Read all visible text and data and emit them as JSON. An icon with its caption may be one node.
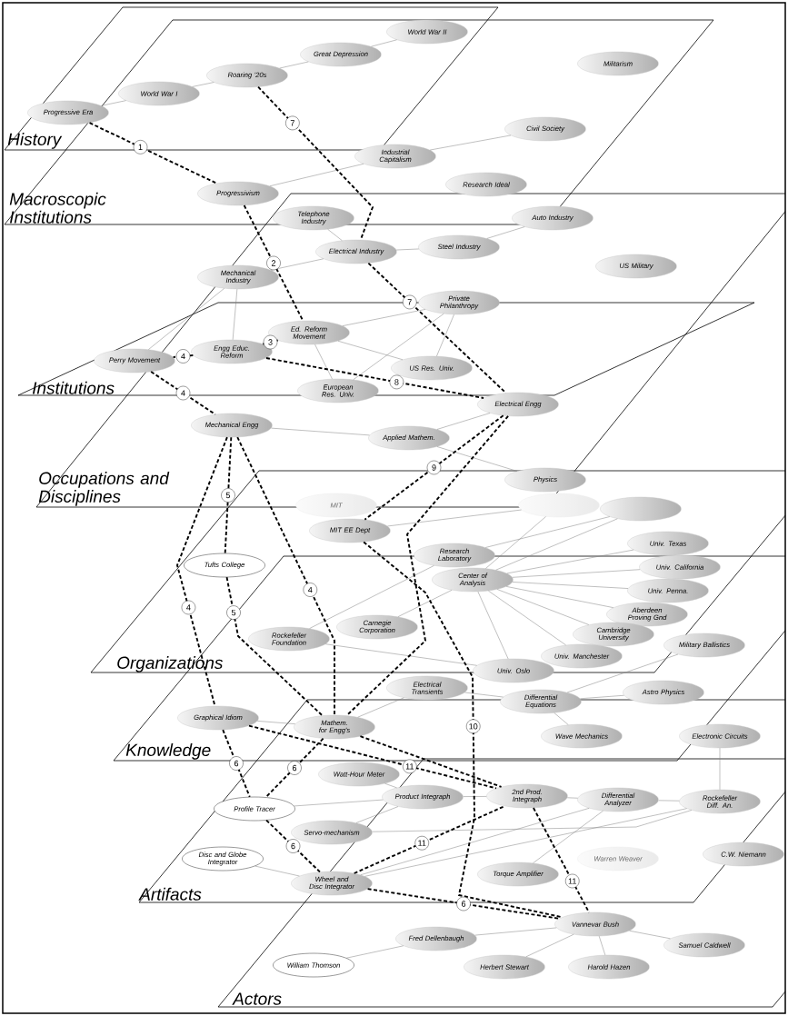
{
  "diagram": {
    "nodes": [
      {
        "text": [
          "Progressive Era"
        ]
      },
      {
        "text": [
          "World War I"
        ]
      },
      {
        "text": [
          "Roaring '20s"
        ]
      },
      {
        "text": [
          "Great Depression"
        ]
      },
      {
        "text": [
          "World War II"
        ]
      },
      {
        "text": [
          "Militarism"
        ]
      },
      {
        "text": [
          "Industrial Capitalism"
        ]
      },
      {
        "text": [
          "Civil Society"
        ]
      },
      {
        "text": [
          "Research Ideal"
        ]
      },
      {
        "text": [
          "Progressivism"
        ]
      },
      {
        "text": [
          "Auto Industry"
        ]
      },
      {
        "text": [
          "Telephone Industry"
        ]
      },
      {
        "text": [
          "Electrical Industry"
        ]
      },
      {
        "text": [
          "Steel Industry"
        ]
      },
      {
        "text": [
          "US Military"
        ]
      },
      {
        "text": [
          "Mechanical Industry"
        ]
      },
      {
        "text": [
          "Private Philanthropy"
        ]
      },
      {
        "text": [
          "Ed. Reform Movement"
        ]
      },
      {
        "text": [
          "Engg Educ. Reform"
        ]
      },
      {
        "text": [
          "US Res. Univ."
        ]
      },
      {
        "text": [
          "Perry Movement"
        ]
      },
      {
        "text": [
          "European Res. Univ."
        ]
      },
      {
        "text": [
          "Electrical Engg"
        ]
      },
      {
        "text": [
          "Mechanical Engg"
        ]
      },
      {
        "text": [
          "Applied Mathem."
        ]
      },
      {
        "text": [
          "Physics"
        ]
      },
      {
        "text": [],
        "shape": "ellipse"
      },
      {
        "text": [
          "MIT"
        ]
      },
      {
        "text": [],
        "shape": "ellipse"
      },
      {
        "text": [
          "MIT EE Dept"
        ]
      },
      {
        "text": [
          "Research Laboratory"
        ]
      },
      {
        "text": [
          "Univ. Texas"
        ]
      },
      {
        "text": [
          "Univ. California"
        ]
      },
      {
        "text": [
          "Center of Analysis"
        ]
      },
      {
        "text": [
          "Univ. Penna."
        ]
      },
      {
        "text": [
          "Tufts College"
        ]
      },
      {
        "text": [
          "Aberdeen Proving Gnd"
        ]
      },
      {
        "text": [
          "Cambridge University"
        ]
      },
      {
        "text": [
          "Carnegie Corporation"
        ]
      },
      {
        "text": [
          "Rockefeller Foundation"
        ]
      },
      {
        "text": [
          "Univ. Manchester"
        ]
      },
      {
        "text": [
          "Univ. Oslo"
        ]
      },
      {
        "text": [
          "Military Ballistics"
        ]
      },
      {
        "text": [
          "Electrical Transients"
        ]
      },
      {
        "text": [
          "Differential Equations"
        ]
      },
      {
        "text": [
          "Astro Physics"
        ]
      },
      {
        "text": [
          "Graphical Idiom"
        ]
      },
      {
        "text": [
          "Mathem. for Engg's"
        ]
      },
      {
        "text": [
          "Wave Mechanics"
        ]
      },
      {
        "text": [
          "Electronic Circuits"
        ]
      },
      {
        "text": [
          "2nd Prod. Integraph"
        ]
      },
      {
        "text": [
          "Watt-Hour Meter"
        ]
      },
      {
        "text": [
          "Product Integraph"
        ]
      },
      {
        "text": [
          "Differential Analyzer"
        ]
      },
      {
        "text": [
          "Rockefeller Diff. An."
        ]
      },
      {
        "text": [
          "Profile Tracer"
        ]
      },
      {
        "text": [
          "Servo-mechanism"
        ]
      },
      {
        "text": [
          "Disc and Globe Integrator"
        ]
      },
      {
        "text": [
          "Wheel and Disc Integrator"
        ]
      },
      {
        "text": [
          "Warren Weaver"
        ]
      },
      {
        "text": [
          "Torque Amplifier"
        ]
      },
      {
        "text": [
          "C.W. Niemann"
        ]
      },
      {
        "text": [
          "Vannevar Bush"
        ]
      },
      {
        "text": [
          "Fred Dellenbaugh"
        ]
      },
      {
        "text": [
          "Samuel Caldwell"
        ]
      },
      {
        "text": [
          "William Thomson"
        ]
      },
      {
        "text": [
          "Herbert Stewart"
        ]
      },
      {
        "text": [
          "Harold Hazen"
        ]
      }
    ],
    "edges": [
      {
        "from": 0,
        "to": 1,
        "arrow": "none"
      },
      {
        "from": 1,
        "to": 2,
        "arrow": "none"
      },
      {
        "from": 2,
        "to": 3,
        "arrow": "none"
      },
      {
        "from": 3,
        "to": 4,
        "arrow": "none"
      },
      {
        "from": 9,
        "to": 6,
        "arrow": "none"
      },
      {
        "from": 6,
        "to": 7,
        "arrow": "none"
      },
      {
        "from": 11,
        "to": 12,
        "arrow": "none"
      },
      {
        "from": 12,
        "to": 13,
        "arrow": "none"
      },
      {
        "from": 13,
        "to": 10,
        "arrow": "none"
      },
      {
        "from": 15,
        "to": 12,
        "arrow": "none"
      },
      {
        "from": 15,
        "to": 20,
        "arrow": "none"
      },
      {
        "from": 15,
        "to": 18,
        "arrow": "none"
      },
      {
        "from": 17,
        "to": 16,
        "arrow": "none"
      },
      {
        "from": 17,
        "to": 19,
        "arrow": "none"
      },
      {
        "from": 17,
        "to": 21,
        "arrow": "none"
      },
      {
        "from": 16,
        "to": 19,
        "arrow": "none"
      },
      {
        "from": 21,
        "to": 16,
        "arrow": "none"
      },
      {
        "from": 22,
        "to": 24,
        "arrow": "none"
      },
      {
        "from": 23,
        "to": 24,
        "arrow": "none"
      },
      {
        "from": 24,
        "to": 25,
        "arrow": "none"
      },
      {
        "from": 29,
        "to": 26,
        "arrow": "none"
      },
      {
        "from": 33,
        "to": 28,
        "arrow": "none"
      },
      {
        "from": 30,
        "to": 28,
        "arrow": "none"
      },
      {
        "from": 33,
        "to": 31,
        "arrow": "none"
      },
      {
        "from": 33,
        "to": 32,
        "arrow": "none"
      },
      {
        "from": 33,
        "to": 34,
        "arrow": "none"
      },
      {
        "from": 33,
        "to": 36,
        "arrow": "none"
      },
      {
        "from": 33,
        "to": 37,
        "arrow": "none"
      },
      {
        "from": 33,
        "to": 40,
        "arrow": "none"
      },
      {
        "from": 33,
        "to": 41,
        "arrow": "none"
      },
      {
        "from": 33,
        "to": 26,
        "arrow": "none"
      },
      {
        "from": 33,
        "to": 38,
        "arrow": "none"
      },
      {
        "from": 39,
        "to": 30,
        "arrow": "none"
      },
      {
        "from": 39,
        "to": 41,
        "arrow": "none"
      },
      {
        "from": 43,
        "to": 44,
        "arrow": "none"
      },
      {
        "from": 44,
        "to": 45,
        "arrow": "none"
      },
      {
        "from": 44,
        "to": 48,
        "arrow": "none"
      },
      {
        "from": 46,
        "to": 47,
        "arrow": "none"
      },
      {
        "from": 47,
        "to": 43,
        "arrow": "none"
      },
      {
        "from": 44,
        "to": 42,
        "arrow": "none"
      },
      {
        "from": 49,
        "to": 54,
        "arrow": "none"
      },
      {
        "from": 55,
        "to": 52,
        "arrow": "none"
      },
      {
        "from": 51,
        "to": 52,
        "arrow": "none"
      },
      {
        "from": 52,
        "to": 50,
        "arrow": "none"
      },
      {
        "from": 50,
        "to": 53,
        "arrow": "none"
      },
      {
        "from": 53,
        "to": 54,
        "arrow": "none"
      },
      {
        "from": 56,
        "to": 52,
        "arrow": "none"
      },
      {
        "from": 58,
        "to": 57,
        "arrow": "none"
      },
      {
        "from": 58,
        "to": 53,
        "arrow": "none"
      },
      {
        "from": 58,
        "to": 54,
        "arrow": "none"
      },
      {
        "from": 56,
        "to": 54,
        "arrow": "none"
      },
      {
        "from": 53,
        "to": 60,
        "arrow": "none"
      },
      {
        "from": 62,
        "to": 63,
        "arrow": "none"
      },
      {
        "from": 63,
        "to": 65,
        "arrow": "none"
      },
      {
        "from": 62,
        "to": 64,
        "arrow": "none"
      },
      {
        "from": 62,
        "to": 66,
        "arrow": "none"
      },
      {
        "from": 62,
        "to": 67,
        "arrow": "none"
      },
      {
        "from": 0,
        "to": 9,
        "arrow": "none",
        "label": "1",
        "style": "dashed",
        "color": "#000000"
      },
      {
        "from": 9,
        "to": 17,
        "arrow": "none",
        "label": "2",
        "style": "dashed",
        "color": "#000000"
      },
      {
        "from": 18,
        "to": 17,
        "arrow": "none",
        "label": "3",
        "style": "dashed",
        "color": "#000000"
      },
      {
        "from": 18,
        "to": 20,
        "arrow": "none",
        "label": "4",
        "style": "dashed",
        "color": "#000000"
      },
      {
        "from": 20,
        "to": 23,
        "arrow": "none",
        "label": "4",
        "style": "dashed",
        "color": "#000000"
      },
      {
        "from": 23,
        "to": 35,
        "arrow": "none",
        "label": "5",
        "style": "dashed",
        "color": "#000000"
      },
      {
        "from": 35,
        "to": 47,
        "arrow": "none",
        "label": "5",
        "style": "dashed",
        "color": "#000000"
      },
      {
        "from": 23,
        "to": 46,
        "arrow": "none",
        "label": "4",
        "style": "dashed",
        "color": "#000000"
      },
      {
        "from": 23,
        "to": 47,
        "arrow": "none",
        "label": "4",
        "style": "dashed",
        "color": "#000000"
      },
      {
        "from": 46,
        "to": 55,
        "arrow": "none",
        "label": "6",
        "style": "dashed",
        "color": "#000000"
      },
      {
        "from": 47,
        "to": 55,
        "arrow": "none",
        "label": "6",
        "style": "dashed",
        "color": "#000000"
      },
      {
        "from": 55,
        "to": 58,
        "arrow": "none",
        "label": "6",
        "style": "dashed",
        "color": "#000000"
      },
      {
        "from": 58,
        "to": 62,
        "arrow": "none",
        "label": "6",
        "style": "dashed",
        "color": "#000000"
      },
      {
        "from": 2,
        "to": 12,
        "arrow": "none",
        "label": "7",
        "style": "dashed",
        "color": "#000000"
      },
      {
        "from": 12,
        "to": 22,
        "arrow": "none",
        "label": "7",
        "style": "dashed",
        "color": "#000000"
      },
      {
        "from": 18,
        "to": 22,
        "arrow": "none",
        "label": "8",
        "style": "dashed",
        "color": "#000000"
      },
      {
        "from": 22,
        "to": 29,
        "arrow": "none",
        "label": "9",
        "style": "dashed",
        "color": "#000000"
      },
      {
        "from": 22,
        "to": 47,
        "arrow": "none",
        "style": "dashed",
        "color": "#000000"
      },
      {
        "from": 29,
        "to": 62,
        "arrow": "none",
        "label": "10",
        "style": "dashed",
        "color": "#000000"
      },
      {
        "from": 46,
        "to": 50,
        "arrow": "none",
        "label": "11",
        "style": "dashed",
        "color": "#000000"
      },
      {
        "from": 47,
        "to": 50,
        "arrow": "none",
        "style": "dashed",
        "color": "#000000"
      },
      {
        "from": 58,
        "to": 50,
        "arrow": "none",
        "label": "11",
        "style": "dashed",
        "color": "#000000"
      },
      {
        "from": 50,
        "to": 62,
        "arrow": "none",
        "label": "11",
        "style": "dashed",
        "color": "#000000"
      }
    ],
    "labels": [
      "History",
      "Macroscopic Institutions",
      "Institutions",
      "Occupations and Disciplines",
      "Organizations",
      "Knowledge",
      "Artifacts",
      "Actors"
    ]
  }
}
